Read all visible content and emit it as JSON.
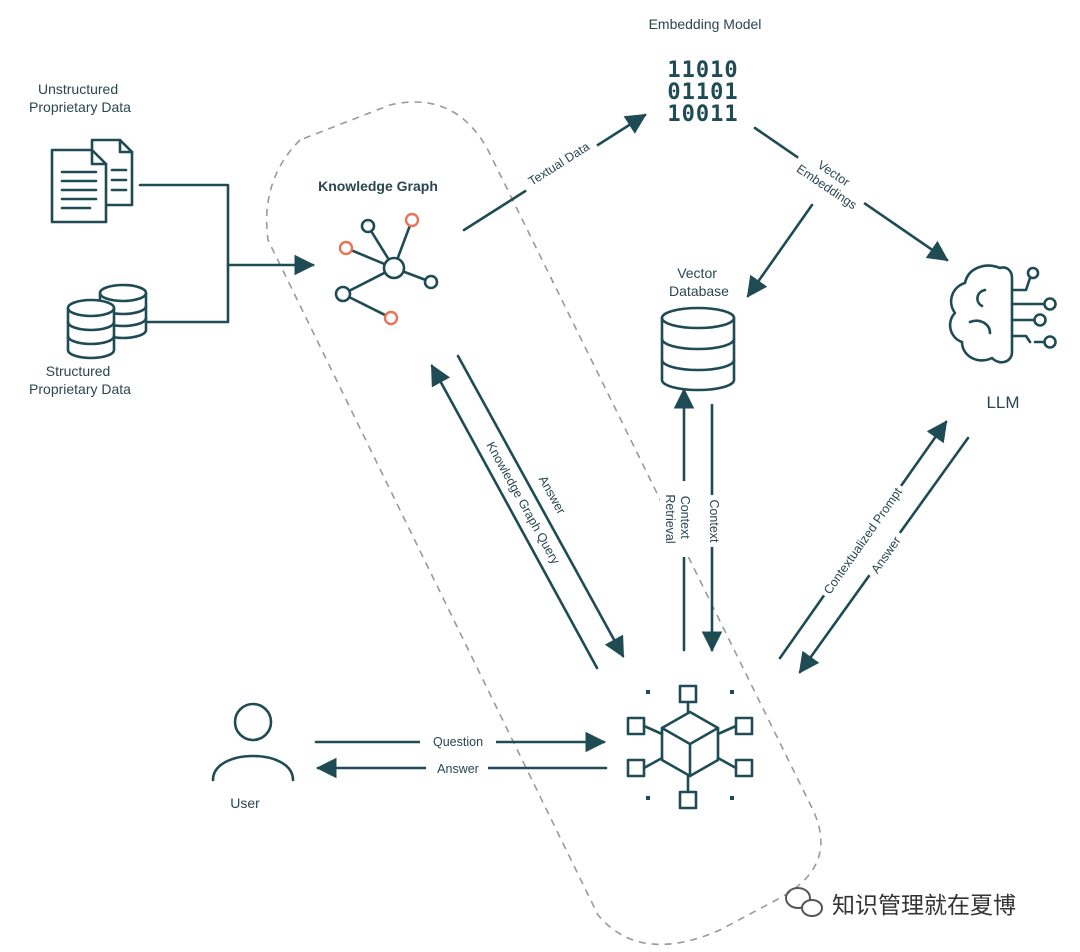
{
  "nodes": {
    "unstructured": "Unstructured\nProprietary Data",
    "structured": "Structured\nProprietary Data",
    "knowledge_graph": "Knowledge Graph",
    "embedding_model": "Embedding Model",
    "binary_lines": [
      "11010",
      "01101",
      "10011"
    ],
    "vector_database": "Vector\nDatabase",
    "llm": "LLM",
    "user": "User"
  },
  "edges": {
    "textual_data": "Textual Data",
    "vector_embeddings": "Vector\nEmbeddings",
    "answer_kg": "Answer",
    "kg_query": "Knowledge Graph Query",
    "context_retrieval": "Context\nRetrieval",
    "context": "Context",
    "contextualized_prompt": "Contextualized Prompt",
    "answer_llm": "Answer",
    "question": "Question",
    "answer_user": "Answer"
  },
  "watermark": "知识管理就在夏博",
  "colors": {
    "line": "#1f4b55",
    "accent": "#e8745a",
    "dash": "#9a9a9a"
  }
}
